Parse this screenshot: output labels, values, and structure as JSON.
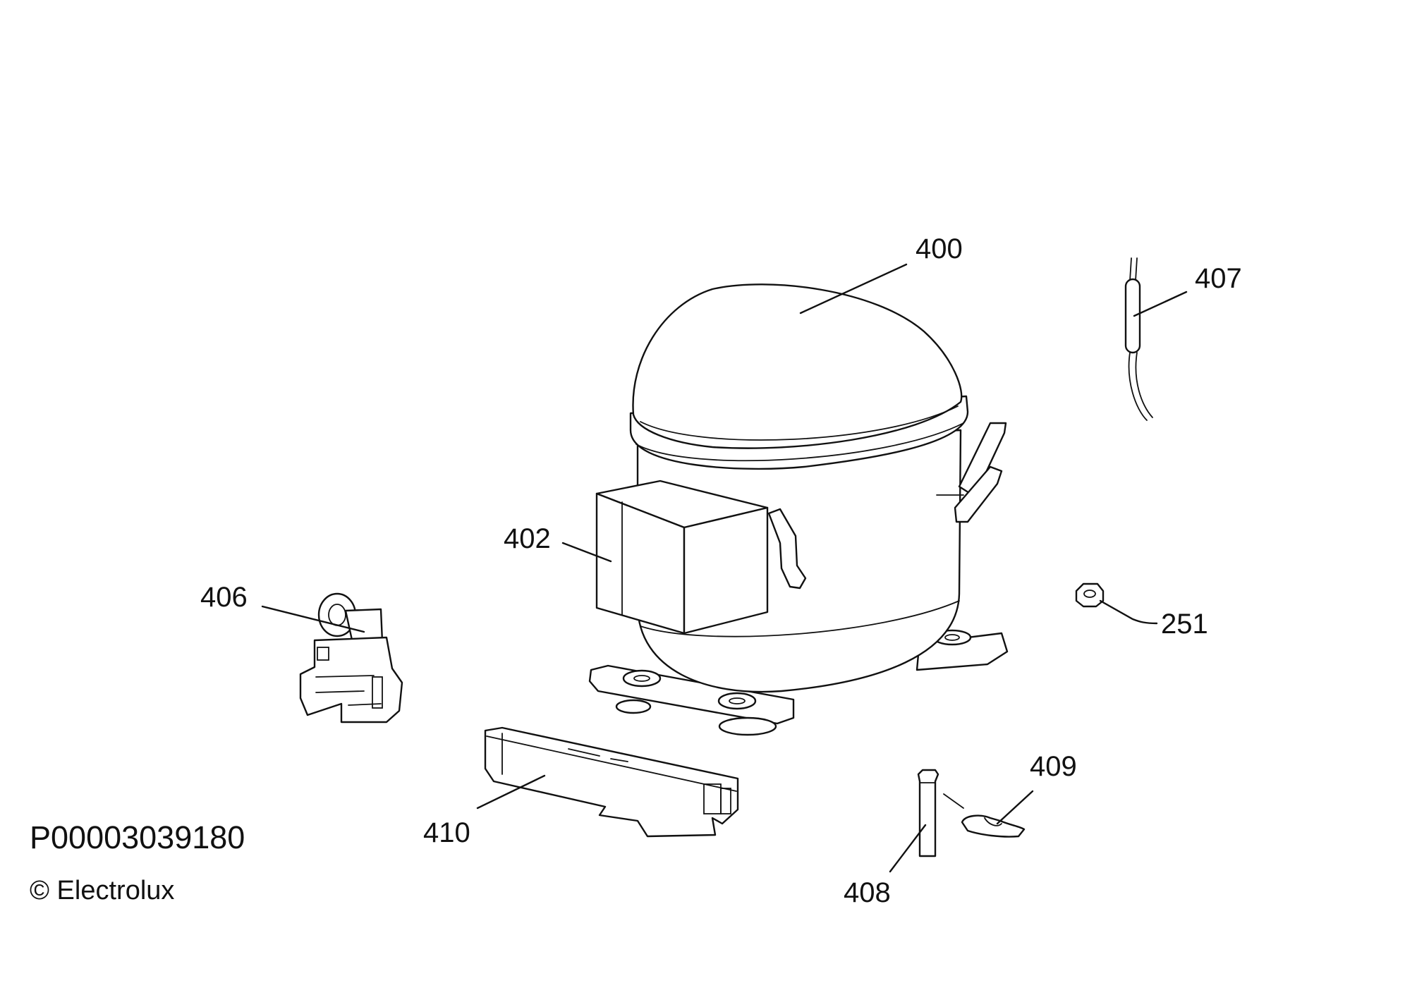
{
  "diagram": {
    "document_code": "P00003039180",
    "copyright": "© Electrolux",
    "callouts": {
      "c400": "400",
      "c402": "402",
      "c406": "406",
      "c407": "407",
      "c251": "251",
      "c410": "410",
      "c408": "408",
      "c409": "409"
    },
    "colors": {
      "ink": "#111111",
      "background": "#ffffff"
    }
  }
}
